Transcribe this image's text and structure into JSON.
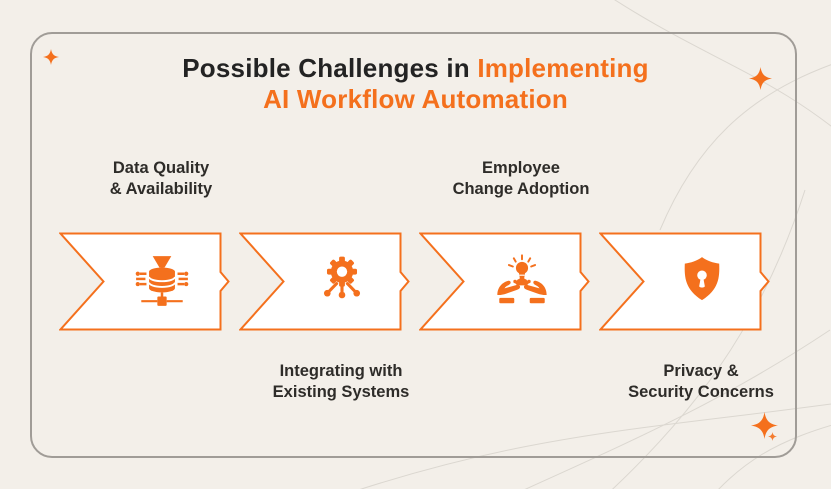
{
  "title": {
    "prefix": "Possible Challenges in",
    "accent_word": "Implementing",
    "accent_line2": "AI Workflow Automation"
  },
  "steps": [
    {
      "line1": "Data Quality",
      "line2": "& Availability",
      "icon": "database-funnel-icon",
      "label_position": "above"
    },
    {
      "line1": "Integrating with",
      "line2": "Existing Systems",
      "icon": "gear-network-icon",
      "label_position": "below"
    },
    {
      "line1": "Employee",
      "line2": "Change Adoption",
      "icon": "hands-lightbulb-icon",
      "label_position": "above"
    },
    {
      "line1": "Privacy &",
      "line2": "Security Concerns",
      "icon": "shield-lock-icon",
      "label_position": "below"
    }
  ],
  "colors": {
    "accent": "#F4701D",
    "heading": "#232323",
    "label": "#2E2C29",
    "background": "#F3EFE9",
    "card_border": "#A09C97",
    "curves": "#DBD7D0"
  }
}
